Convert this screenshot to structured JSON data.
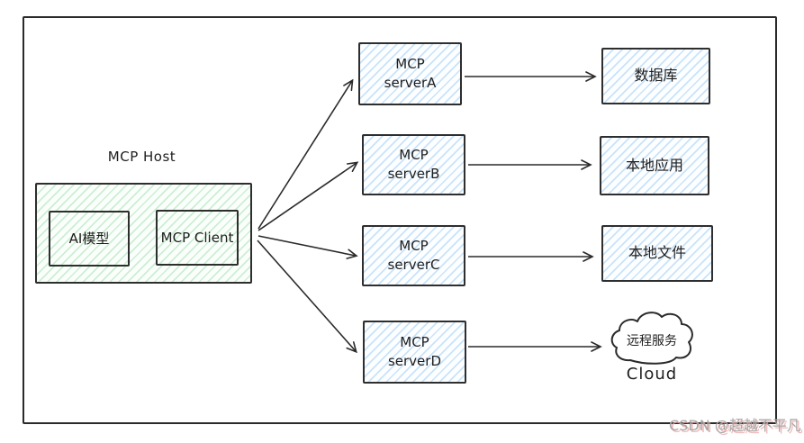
{
  "host": {
    "title": "MCP Host",
    "ai_model_label": "AI模型",
    "client_label": "MCP Client"
  },
  "servers": [
    {
      "line1": "MCP",
      "line2": "serverA"
    },
    {
      "line1": "MCP",
      "line2": "serverB"
    },
    {
      "line1": "MCP",
      "line2": "serverC"
    },
    {
      "line1": "MCP",
      "line2": "serverD"
    }
  ],
  "targets": [
    {
      "label": "数据库"
    },
    {
      "label": "本地应用"
    },
    {
      "label": "本地文件"
    }
  ],
  "cloud": {
    "label": "远程服务",
    "caption": "Cloud"
  },
  "watermark": {
    "text": "CSDN @超越不平凡"
  },
  "colors": {
    "stroke": "#2a2a2a",
    "host_hatch": "#60c678",
    "server_hatch": "#78baf3",
    "watermark_gray": "#a6a6a6",
    "watermark_pink": "#eea0a0"
  }
}
